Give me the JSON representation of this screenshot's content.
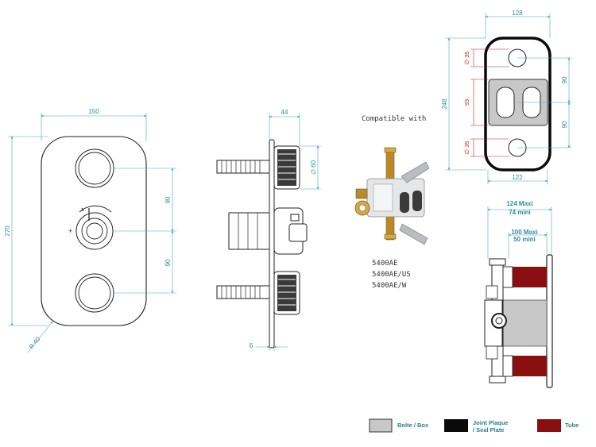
{
  "front_view": {
    "width": "150",
    "height": "270",
    "spacing_top": "90",
    "spacing_bottom": "90",
    "radius": "R 40"
  },
  "side_view": {
    "depth": "44",
    "diameter": "∅ 60",
    "plate": "6"
  },
  "compatible": {
    "heading": "Compatible with",
    "models": [
      "5400AE",
      "5400AE/US",
      "5400AE/W"
    ]
  },
  "plate_view": {
    "width_top": "128",
    "height": "248",
    "hole_top": "∅ 35",
    "hole_bottom": "∅ 35",
    "center_height": "93",
    "spacing_top": "90",
    "spacing_bottom": "90",
    "width_bottom": "122"
  },
  "box_view": {
    "depth_max_label": "124 Maxi",
    "depth_min_label": "74 mini",
    "box_max_label": "100 Maxi",
    "box_min_label": "50 mini"
  },
  "legend": {
    "items": [
      {
        "label_1": "Boîte / Box",
        "label_2": "",
        "color": "#c8c8c8"
      },
      {
        "label_1": "Joint Plaque",
        "label_2": "/ Seal Plate",
        "color": "#0a0a0a"
      },
      {
        "label_1": "Tube",
        "label_2": "",
        "color": "#8a0f10"
      }
    ]
  },
  "colors": {
    "dimension_line": "#4aa3c4",
    "dimension_text": "#2e8a9a",
    "red_dimension": "#cc1f1f"
  }
}
